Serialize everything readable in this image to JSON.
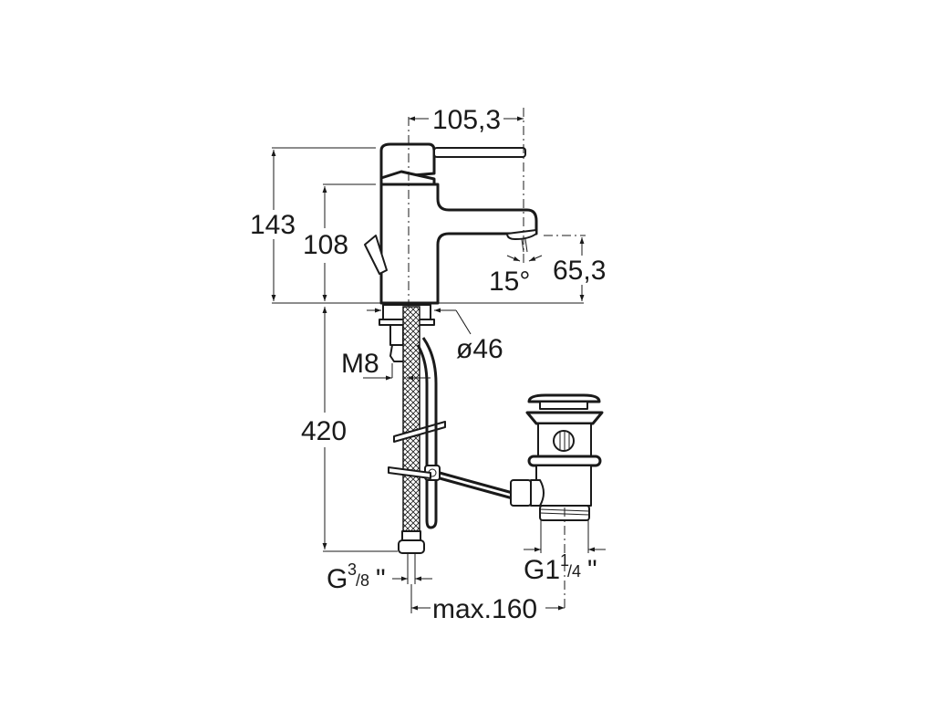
{
  "drawing": {
    "subject": "Single-lever basin mixer with pop-up waste — dimension drawing",
    "colors": {
      "ink": "#1a1a1a",
      "background": "#ffffff"
    },
    "dimensions": {
      "spout_reach": "105,3",
      "total_height": "143",
      "body_height": "108",
      "spout_height": "65,3",
      "spray_angle": "15°",
      "base_diameter": "ø46",
      "stud_thread": "M8",
      "hose_length": "420",
      "hose_connection": {
        "base": "G",
        "sup": "3",
        "sub": "/8",
        "suffix": "\""
      },
      "waste_thread": {
        "base": "G1",
        "sup": "1",
        "sub": "/4",
        "suffix": "\""
      },
      "rod_distance": "max.160"
    }
  }
}
